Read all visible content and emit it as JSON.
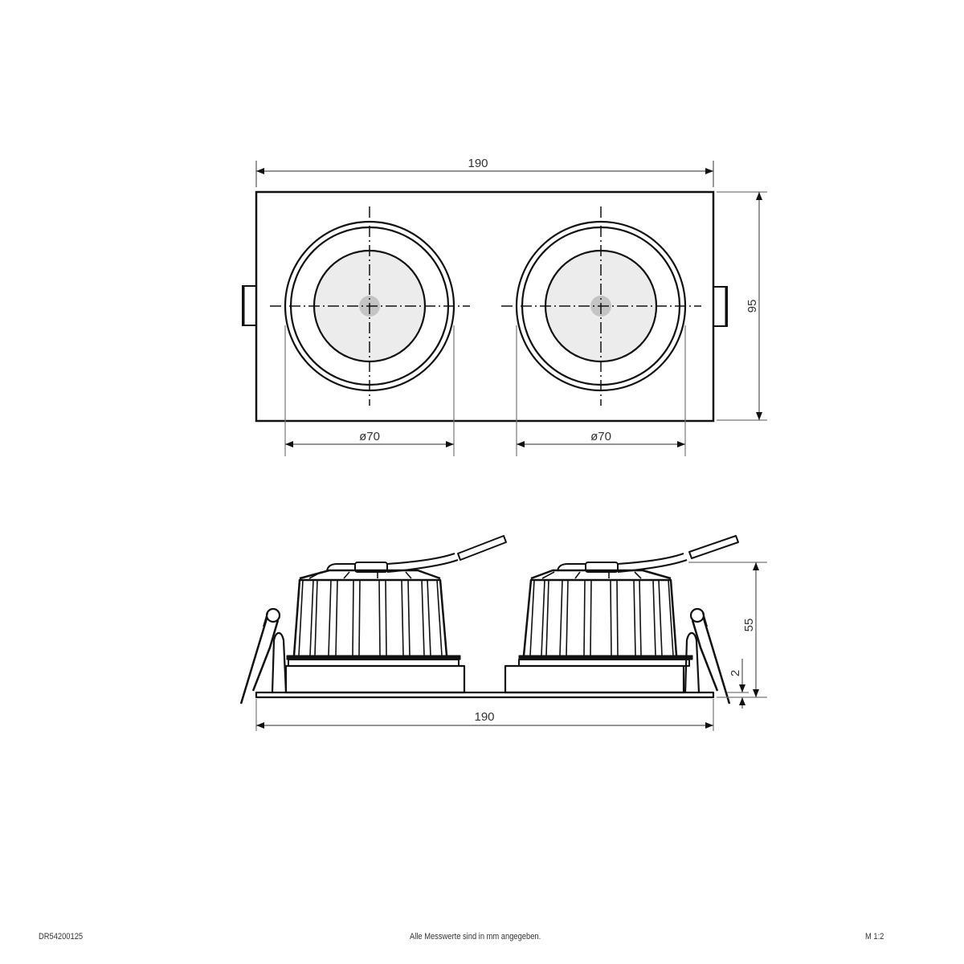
{
  "top_view": {
    "width_dim": "190",
    "height_dim": "95",
    "left_diameter_dim": "ø70",
    "right_diameter_dim": "ø70"
  },
  "side_view": {
    "width_dim": "190",
    "height_dim": "55",
    "flange_dim": "2"
  },
  "footer": {
    "drawing_number": "DR54200125",
    "note": "Alle Messwerte sind in mm angegeben.",
    "scale": "M 1:2"
  },
  "colors": {
    "line": "#111111",
    "dim_line": "#555555",
    "lens_fill": "#ececec",
    "led_fill": "#c4c4c4"
  }
}
